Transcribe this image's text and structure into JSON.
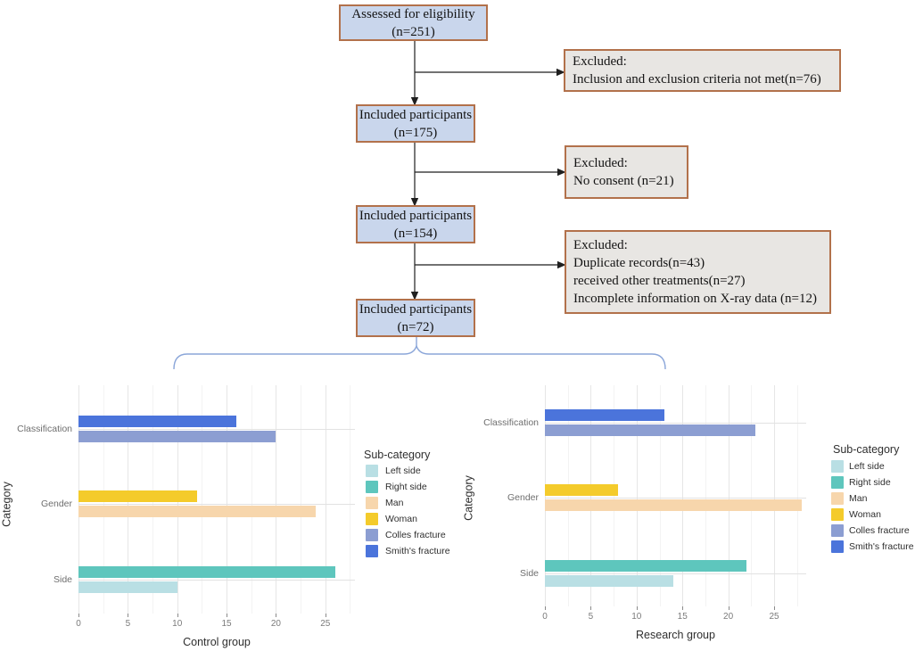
{
  "flowchart": {
    "boxes": [
      {
        "lines": [
          "Assessed for eligibility",
          "(n=251)"
        ]
      },
      {
        "lines": [
          "Included participants",
          "(n=175)"
        ]
      },
      {
        "lines": [
          "Included participants",
          "(n=154)"
        ]
      },
      {
        "lines": [
          "Included participants",
          "(n=72)"
        ]
      }
    ],
    "excluded": [
      {
        "lines": [
          "Excluded:",
          "Inclusion and exclusion criteria not met(n=76)"
        ]
      },
      {
        "lines": [
          "Excluded:",
          "No consent (n=21)"
        ]
      },
      {
        "lines": [
          "Excluded:",
          "Duplicate records(n=43)",
          "received other treatments(n=27)",
          "Incomplete information on X-ray data (n=12)"
        ]
      }
    ],
    "colors": {
      "box_fill": "#c9d6ec",
      "box_border": "#b2714b",
      "excluded_fill": "#e8e6e3",
      "arrow": "#1f1f1f",
      "brace": "#8ba6d9"
    }
  },
  "chart_data": [
    {
      "type": "bar",
      "orientation": "horizontal",
      "title": "",
      "xlabel": "Control group",
      "ylabel": "Category",
      "categories": [
        "Classification",
        "Gender",
        "Side"
      ],
      "xticks": [
        0,
        5,
        10,
        15,
        20,
        25
      ],
      "xlim": [
        0,
        28
      ],
      "grid": true,
      "legend_title": "Sub-category",
      "legend_position": "right",
      "rows": [
        {
          "category": "Classification",
          "bars": [
            {
              "label": "Smith's fracture",
              "value": 16,
              "color": "#4B74DB"
            },
            {
              "label": "Colles fracture",
              "value": 20,
              "color": "#8C9ED2"
            }
          ]
        },
        {
          "category": "Gender",
          "bars": [
            {
              "label": "Woman",
              "value": 12,
              "color": "#F4CB2B"
            },
            {
              "label": "Man",
              "value": 24,
              "color": "#F7D6AC"
            }
          ]
        },
        {
          "category": "Side",
          "bars": [
            {
              "label": "Right side",
              "value": 26,
              "color": "#5EC6BD"
            },
            {
              "label": "Left side",
              "value": 10,
              "color": "#B9DFE4"
            }
          ]
        }
      ],
      "legend": [
        {
          "label": "Left side",
          "color": "#B9DFE4"
        },
        {
          "label": "Right side",
          "color": "#5EC6BD"
        },
        {
          "label": "Man",
          "color": "#F7D6AC"
        },
        {
          "label": "Woman",
          "color": "#F4CB2B"
        },
        {
          "label": "Colles fracture",
          "color": "#8C9ED2"
        },
        {
          "label": "Smith's fracture",
          "color": "#4B74DB"
        }
      ]
    },
    {
      "type": "bar",
      "orientation": "horizontal",
      "title": "",
      "xlabel": "Research group",
      "ylabel": "Category",
      "categories": [
        "Classification",
        "Gender",
        "Side"
      ],
      "xticks": [
        0,
        5,
        10,
        15,
        20,
        25
      ],
      "xlim": [
        0,
        28.5
      ],
      "grid": true,
      "legend_title": "Sub-category",
      "legend_position": "right",
      "rows": [
        {
          "category": "Classification",
          "bars": [
            {
              "label": "Smith's fracture",
              "value": 13,
              "color": "#4B74DB"
            },
            {
              "label": "Colles fracture",
              "value": 23,
              "color": "#8C9ED2"
            }
          ]
        },
        {
          "category": "Gender",
          "bars": [
            {
              "label": "Woman",
              "value": 8,
              "color": "#F4CB2B"
            },
            {
              "label": "Man",
              "value": 28,
              "color": "#F7D6AC"
            }
          ]
        },
        {
          "category": "Side",
          "bars": [
            {
              "label": "Right side",
              "value": 22,
              "color": "#5EC6BD"
            },
            {
              "label": "Left side",
              "value": 14,
              "color": "#B9DFE4"
            }
          ]
        }
      ],
      "legend": [
        {
          "label": "Left side",
          "color": "#B9DFE4"
        },
        {
          "label": "Right side",
          "color": "#5EC6BD"
        },
        {
          "label": "Man",
          "color": "#F7D6AC"
        },
        {
          "label": "Woman",
          "color": "#F4CB2B"
        },
        {
          "label": "Colles fracture",
          "color": "#8C9ED2"
        },
        {
          "label": "Smith's fracture",
          "color": "#4B74DB"
        }
      ]
    }
  ]
}
